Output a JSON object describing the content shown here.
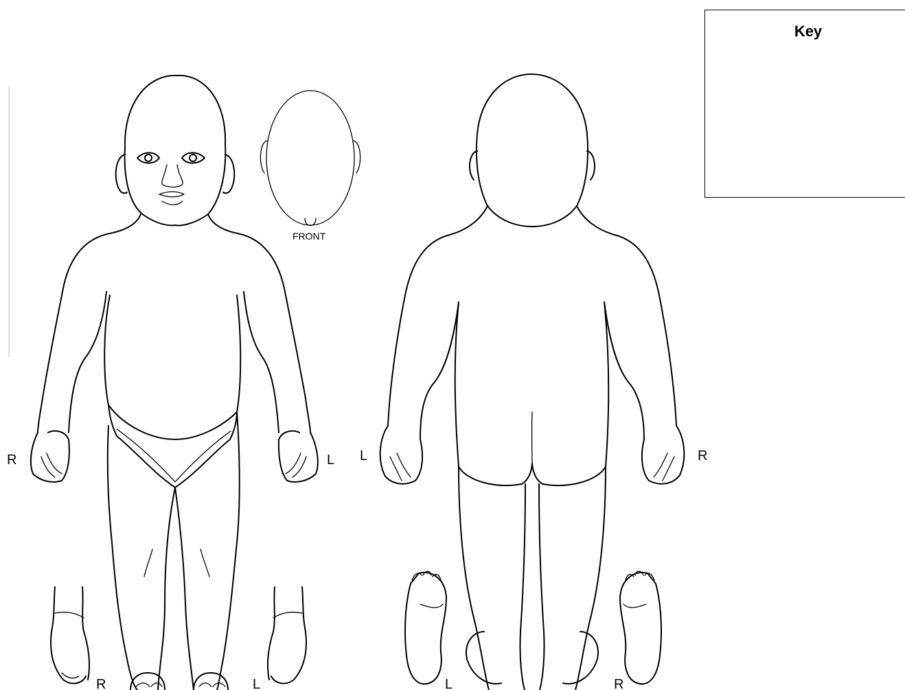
{
  "key": {
    "title": "Key"
  },
  "labels": {
    "front_head": "FRONT",
    "front_right": "R",
    "front_left": "L",
    "back_left": "L",
    "back_right": "R",
    "foot_front_right": "R",
    "foot_front_left": "L",
    "sole_left": "L",
    "sole_right": "R"
  }
}
